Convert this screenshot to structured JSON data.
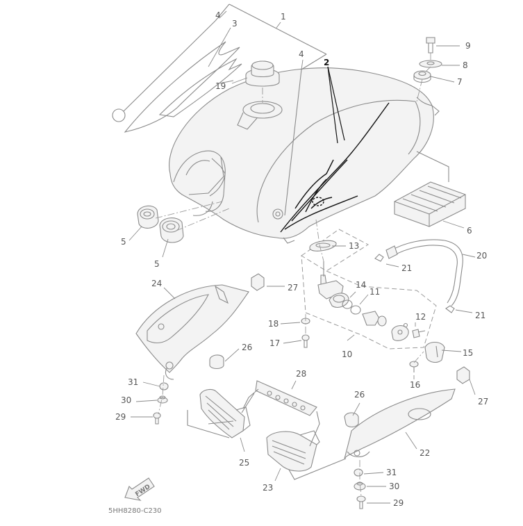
{
  "diagram": {
    "code": "5HH8280-C230",
    "fwd_label": "FWD",
    "callouts": {
      "c1": "1",
      "c2": "2",
      "c3": "3",
      "c4a": "4",
      "c4b": "4",
      "c5a": "5",
      "c5b": "5",
      "c6": "6",
      "c7": "7",
      "c8": "8",
      "c9": "9",
      "c10": "10",
      "c11": "11",
      "c12": "12",
      "c13": "13",
      "c14": "14",
      "c15": "15",
      "c16": "16",
      "c17": "17",
      "c18": "18",
      "c19": "19",
      "c20": "20",
      "c21a": "21",
      "c21b": "21",
      "c22": "22",
      "c23": "23",
      "c24": "24",
      "c25": "25",
      "c26a": "26",
      "c26b": "26",
      "c27a": "27",
      "c27b": "27",
      "c28": "28",
      "c29a": "29",
      "c29b": "29",
      "c30a": "30",
      "c30b": "30",
      "c31a": "31",
      "c31b": "31"
    }
  }
}
